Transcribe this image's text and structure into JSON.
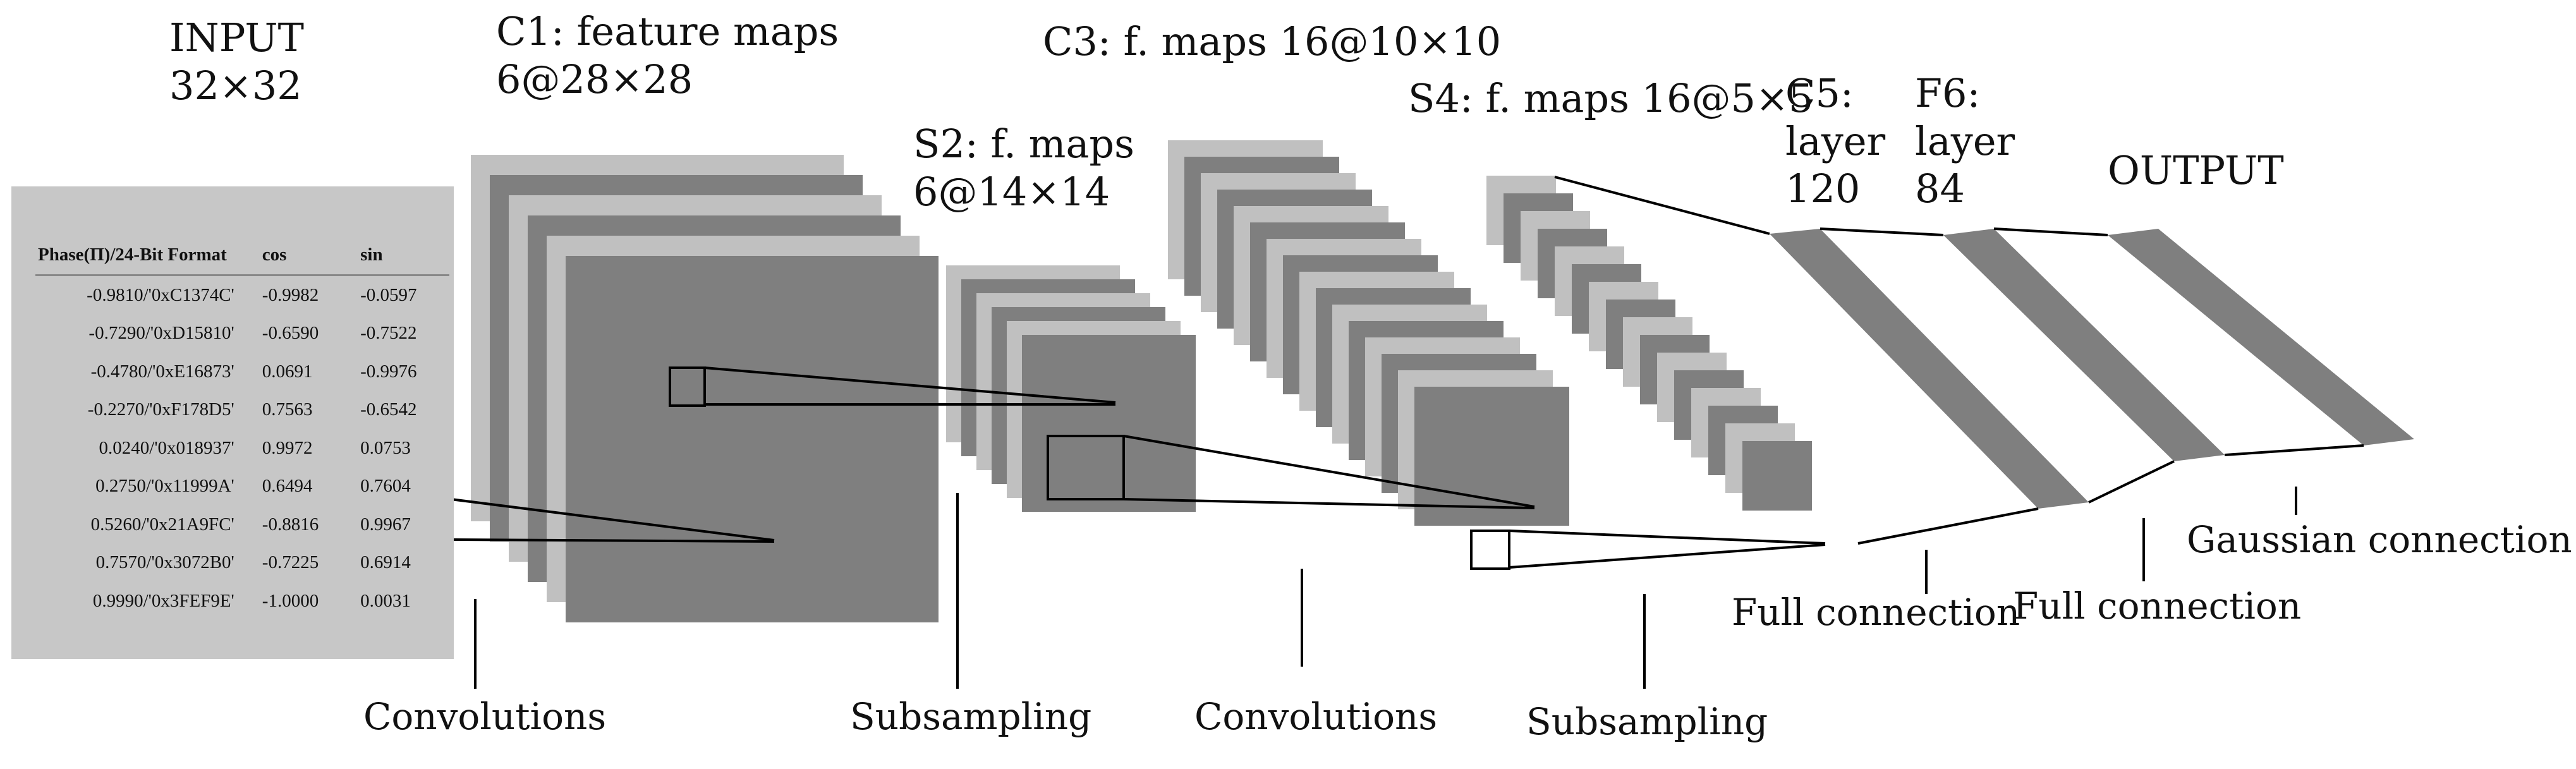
{
  "labels": {
    "input": [
      "INPUT",
      "32×32"
    ],
    "c1": [
      "C1: feature maps",
      "6@28×28"
    ],
    "s2": [
      "S2: f. maps",
      "6@14×14"
    ],
    "c3": [
      "C3: f. maps 16@10×10"
    ],
    "s4": [
      "S4: f. maps 16@5×5"
    ],
    "c5": [
      "C5:",
      "layer",
      "120"
    ],
    "f6": [
      "F6:",
      "layer",
      "84"
    ],
    "output": [
      "OUTPUT"
    ]
  },
  "annotations": {
    "conv1": "Convolutions",
    "sub1": "Subsampling",
    "conv2": "Convolutions",
    "sub2": "Subsampling",
    "full1": "Full connection",
    "full2": "Full connection",
    "gauss": "Gaussian connection"
  },
  "input_table": {
    "headers": [
      "Phase(Π)/24-Bit Format",
      "cos",
      "sin"
    ],
    "rows": [
      [
        "-0.9810/'0xC1374C'",
        "-0.9982",
        "-0.0597"
      ],
      [
        "-0.7290/'0xD15810'",
        "-0.6590",
        "-0.7522"
      ],
      [
        "-0.4780/'0xE16873'",
        "0.0691",
        "-0.9976"
      ],
      [
        "-0.2270/'0xF178D5'",
        "0.7563",
        "-0.6542"
      ],
      [
        "0.0240/'0x018937'",
        "0.9972",
        "0.0753"
      ],
      [
        "0.2750/'0x11999A'",
        "0.6494",
        "0.7604"
      ],
      [
        "0.5260/'0x21A9FC'",
        "-0.8816",
        "0.9967"
      ],
      [
        "0.7570/'0x3072B0'",
        "-0.7225",
        "0.6914"
      ],
      [
        "0.9990/'0x3FEF9E'",
        "-1.0000",
        "0.0031"
      ]
    ]
  },
  "colors": {
    "dark_map": "#7f7f7f",
    "light_map": "#c0c0c0",
    "table_bg": "#c7c7c7",
    "line": "#000000"
  }
}
